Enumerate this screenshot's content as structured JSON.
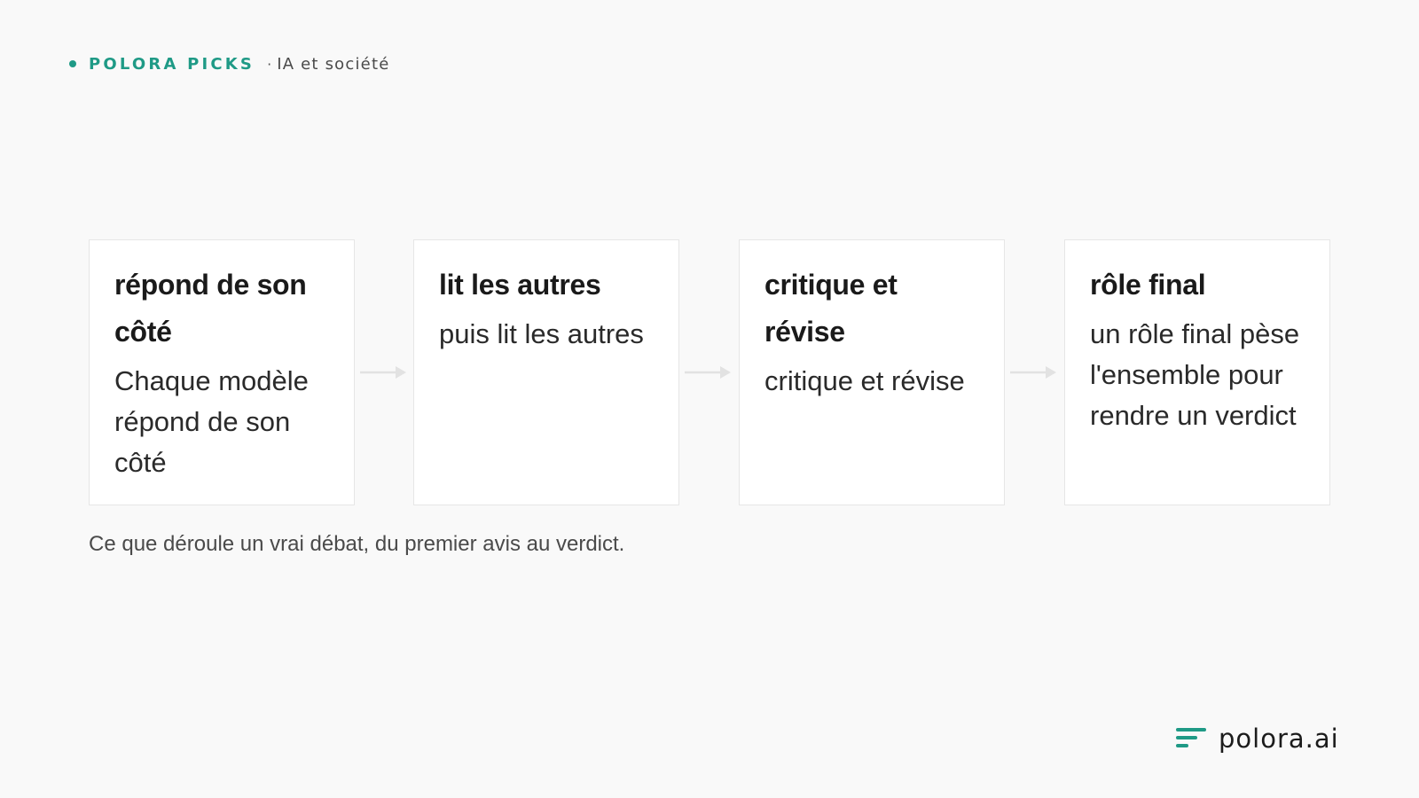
{
  "header": {
    "brand": "POLORA PICKS",
    "separator": "·",
    "topic": "IA et société"
  },
  "steps": [
    {
      "title": "répond de son côté",
      "description": "Chaque modèle répond de son côté"
    },
    {
      "title": "lit les autres",
      "description": "puis lit les autres"
    },
    {
      "title": "critique et révise",
      "description": "critique et révise"
    },
    {
      "title": "rôle final",
      "description": "un rôle final pèse l'ensemble pour rendre un verdict"
    }
  ],
  "caption": "Ce que déroule un vrai débat, du premier avis au verdict.",
  "footer": {
    "logo_text": "polora.ai",
    "logo_icon": "polora-logo-icon"
  },
  "colors": {
    "accent": "#1f9a86",
    "background": "#f9f9f9",
    "card": "#ffffff",
    "arrow": "#e2e2e2"
  }
}
